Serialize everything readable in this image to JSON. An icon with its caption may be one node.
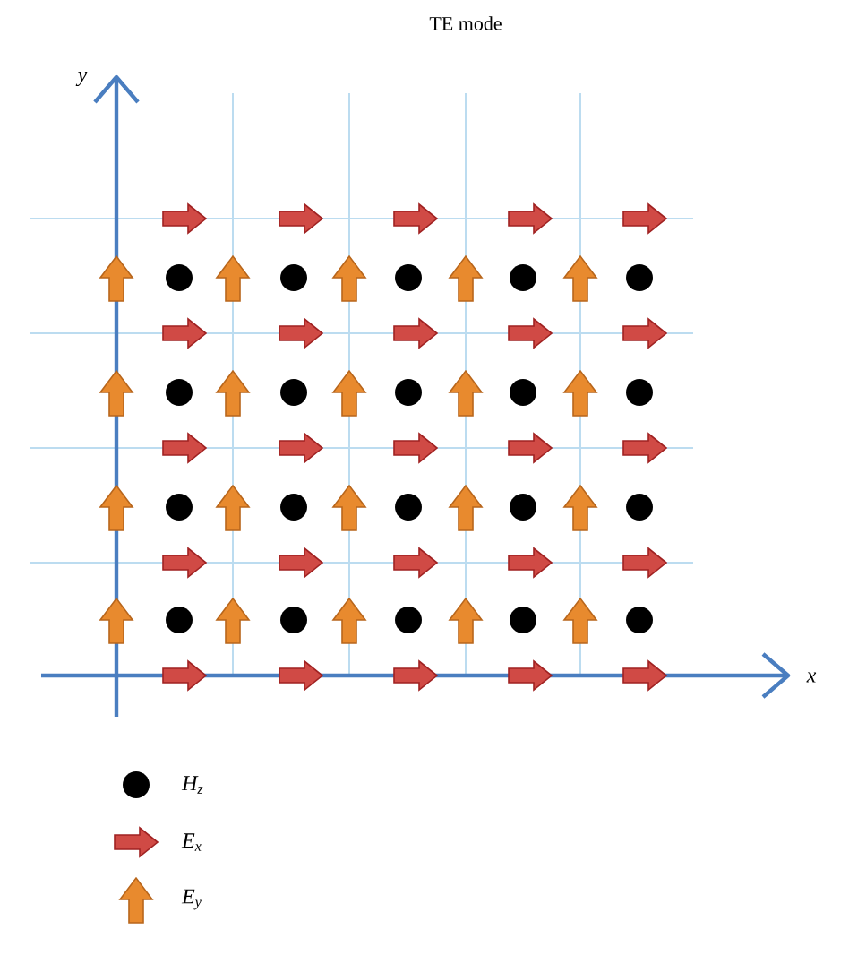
{
  "diagram": {
    "title": "TE mode",
    "labels": [
      "y",
      "x"
    ],
    "legend": [
      {
        "text": "H$_{z}$"
      },
      {
        "text": "E$_{x}$"
      },
      {
        "text": "E$_{y}$"
      }
    ]
  }
}
